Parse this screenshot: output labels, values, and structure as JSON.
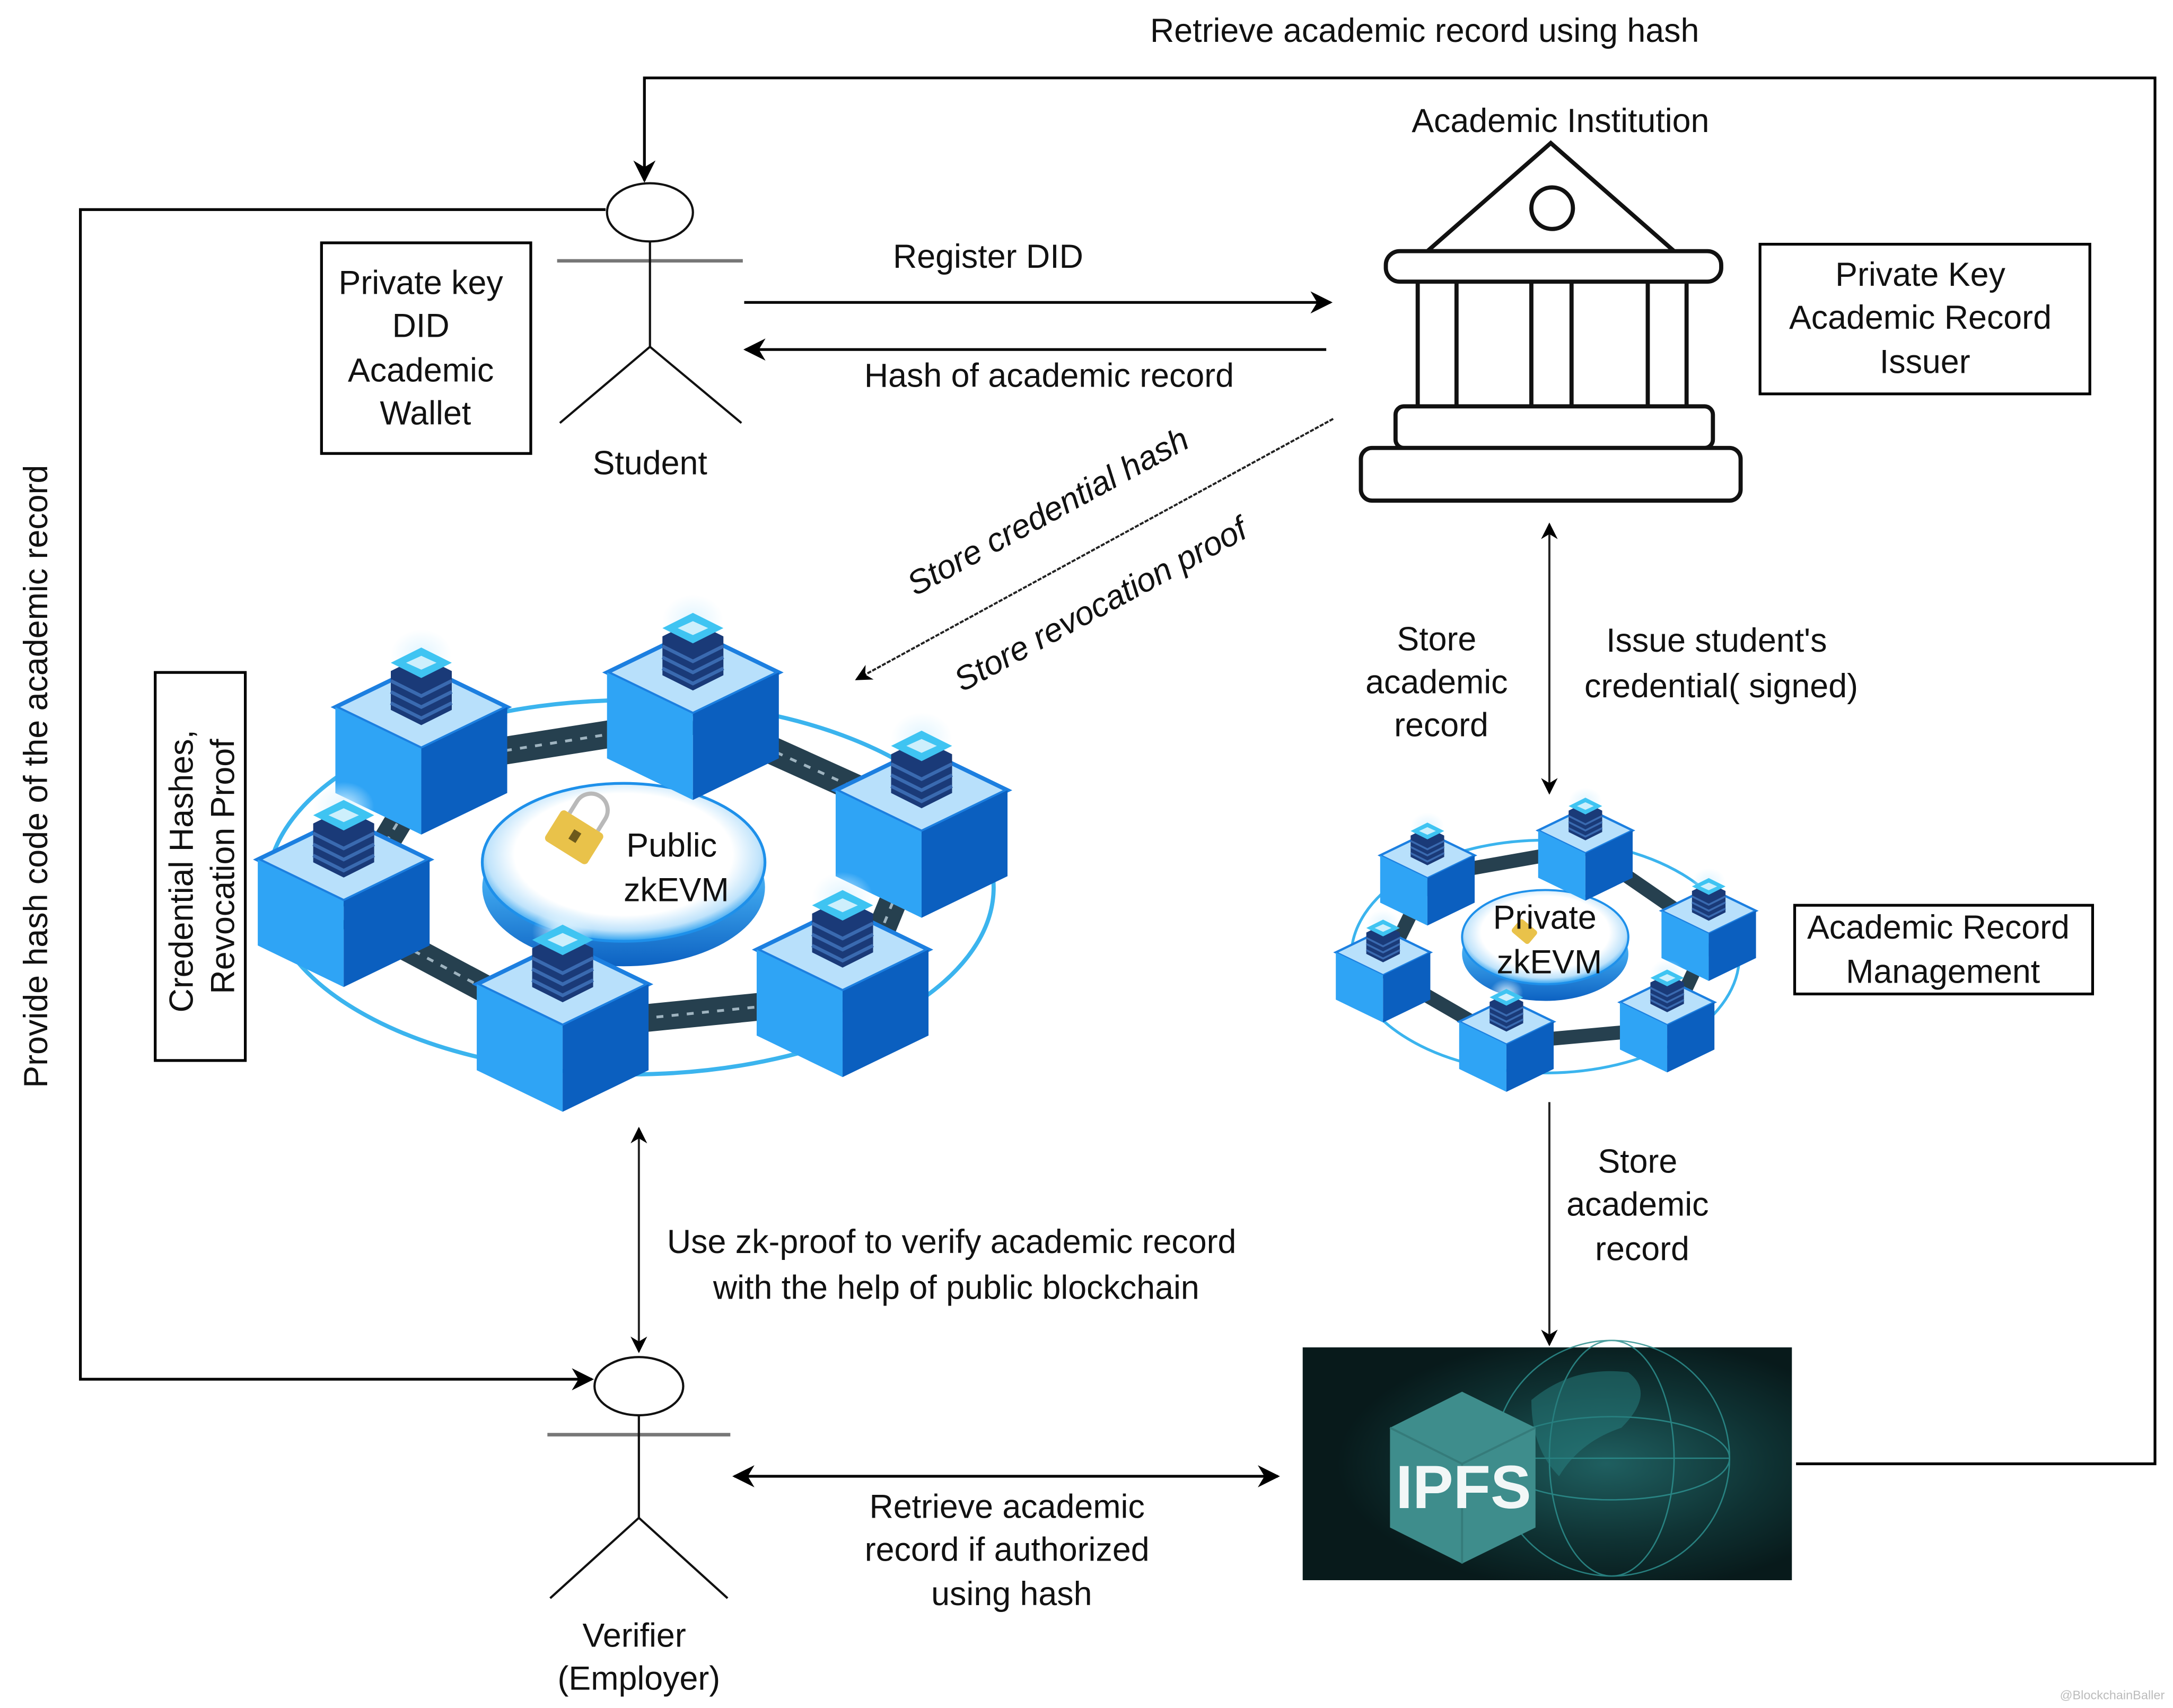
{
  "diagram": {
    "top_flow_label": "Retrieve academic record using hash",
    "left_flow_label": "Provide hash code of the academic record",
    "actors": {
      "student": {
        "label": "Student"
      },
      "verifier": {
        "label_line1": "Verifier",
        "label_line2": "(Employer)"
      }
    },
    "institution": {
      "label": "Academic Institution"
    },
    "notes": {
      "student_box": [
        "Private key",
        "DID",
        "Academic",
        "Wallet"
      ],
      "institution_box": [
        "Private Key",
        "Academic Record",
        "Issuer"
      ],
      "public_chain_box": [
        "Credential Hashes,",
        "Revocation Proof"
      ],
      "private_chain_box": [
        "Academic Record",
        "Management"
      ]
    },
    "public_chain": {
      "line1": "Public",
      "line2": "zkEVM"
    },
    "private_chain": {
      "line1": "Private",
      "line2": "zkEVM"
    },
    "ipfs": {
      "label": "IPFS"
    },
    "edges": {
      "register_did": "Register DID",
      "hash_of_record": "Hash of academic record",
      "store_credential_hash": "Store credential hash",
      "store_revocation_proof": "Store revocation proof",
      "store_academic_record_left": [
        "Store",
        "academic",
        "record"
      ],
      "issue_credential": [
        "Issue student's",
        "credential( signed)"
      ],
      "store_academic_record_ipfs": [
        "Store",
        "academic",
        "record"
      ],
      "zk_verify": [
        "Use zk-proof to verify academic record",
        "with the help of public blockchain"
      ],
      "retrieve_if_authorized": [
        "Retrieve academic",
        "record if authorized",
        "using hash"
      ]
    },
    "watermark": "@BlockchainBaller",
    "colors": {
      "cube_light": "#2fa4f5",
      "cube_dark": "#0b5fbf",
      "cube_top": "#b8e0fb",
      "server_stack": "#1a3a78",
      "road": "#26404f",
      "ring": "#3bb4ee",
      "lock": "#e9c24a",
      "ipfs_bg": "#0d2526",
      "ipfs_cube": "#3e8d8c"
    }
  }
}
